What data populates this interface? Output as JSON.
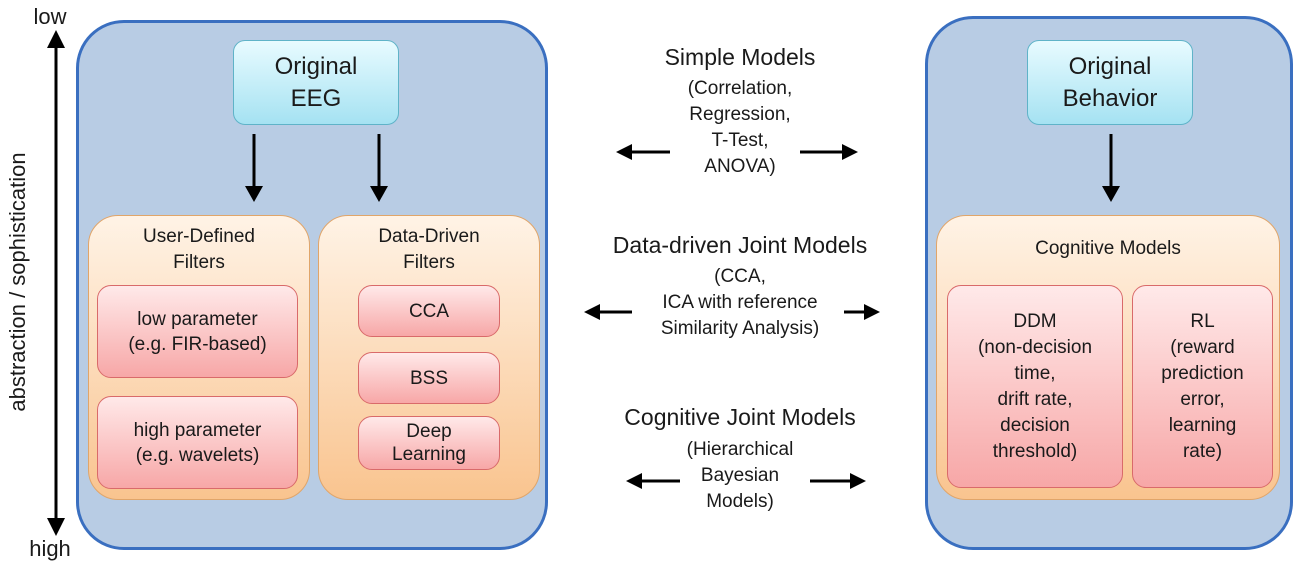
{
  "axis": {
    "top": "low",
    "bottom": "high",
    "label": "abstraction / sophistication"
  },
  "eeg_panel": {
    "title": "Original\nEEG",
    "user_filters": {
      "title": "User-Defined\nFilters",
      "items": [
        "low parameter\n(e.g. FIR-based)",
        "high parameter\n(e.g. wavelets)"
      ]
    },
    "data_filters": {
      "title": "Data-Driven\nFilters",
      "items": [
        "CCA",
        "BSS",
        "Deep\nLearning"
      ]
    }
  },
  "behavior_panel": {
    "title": "Original\nBehavior",
    "cognitive": {
      "title": "Cognitive Models",
      "items": [
        "DDM\n(non-decision\ntime,\ndrift rate,\ndecision\nthreshold)",
        "RL\n(reward\nprediction\nerror,\nlearning\nrate)"
      ]
    }
  },
  "middle": {
    "simple": {
      "title": "Simple Models",
      "sub": "(Correlation,\nRegression,\nT-Test,\nANOVA)"
    },
    "joint": {
      "title": "Data-driven Joint Models",
      "sub": "(CCA,\nICA with reference\nSimilarity Analysis)"
    },
    "cognitive": {
      "title": "Cognitive Joint Models",
      "sub": "(Hierarchical\nBayesian\nModels)"
    }
  },
  "colors": {
    "panel_fill": "#b8cce4",
    "panel_border": "#3a6fc0",
    "cyan_box": "#a5e2f2",
    "orange_box": "#f9c48f",
    "pink_box": "#f7a7a7"
  }
}
